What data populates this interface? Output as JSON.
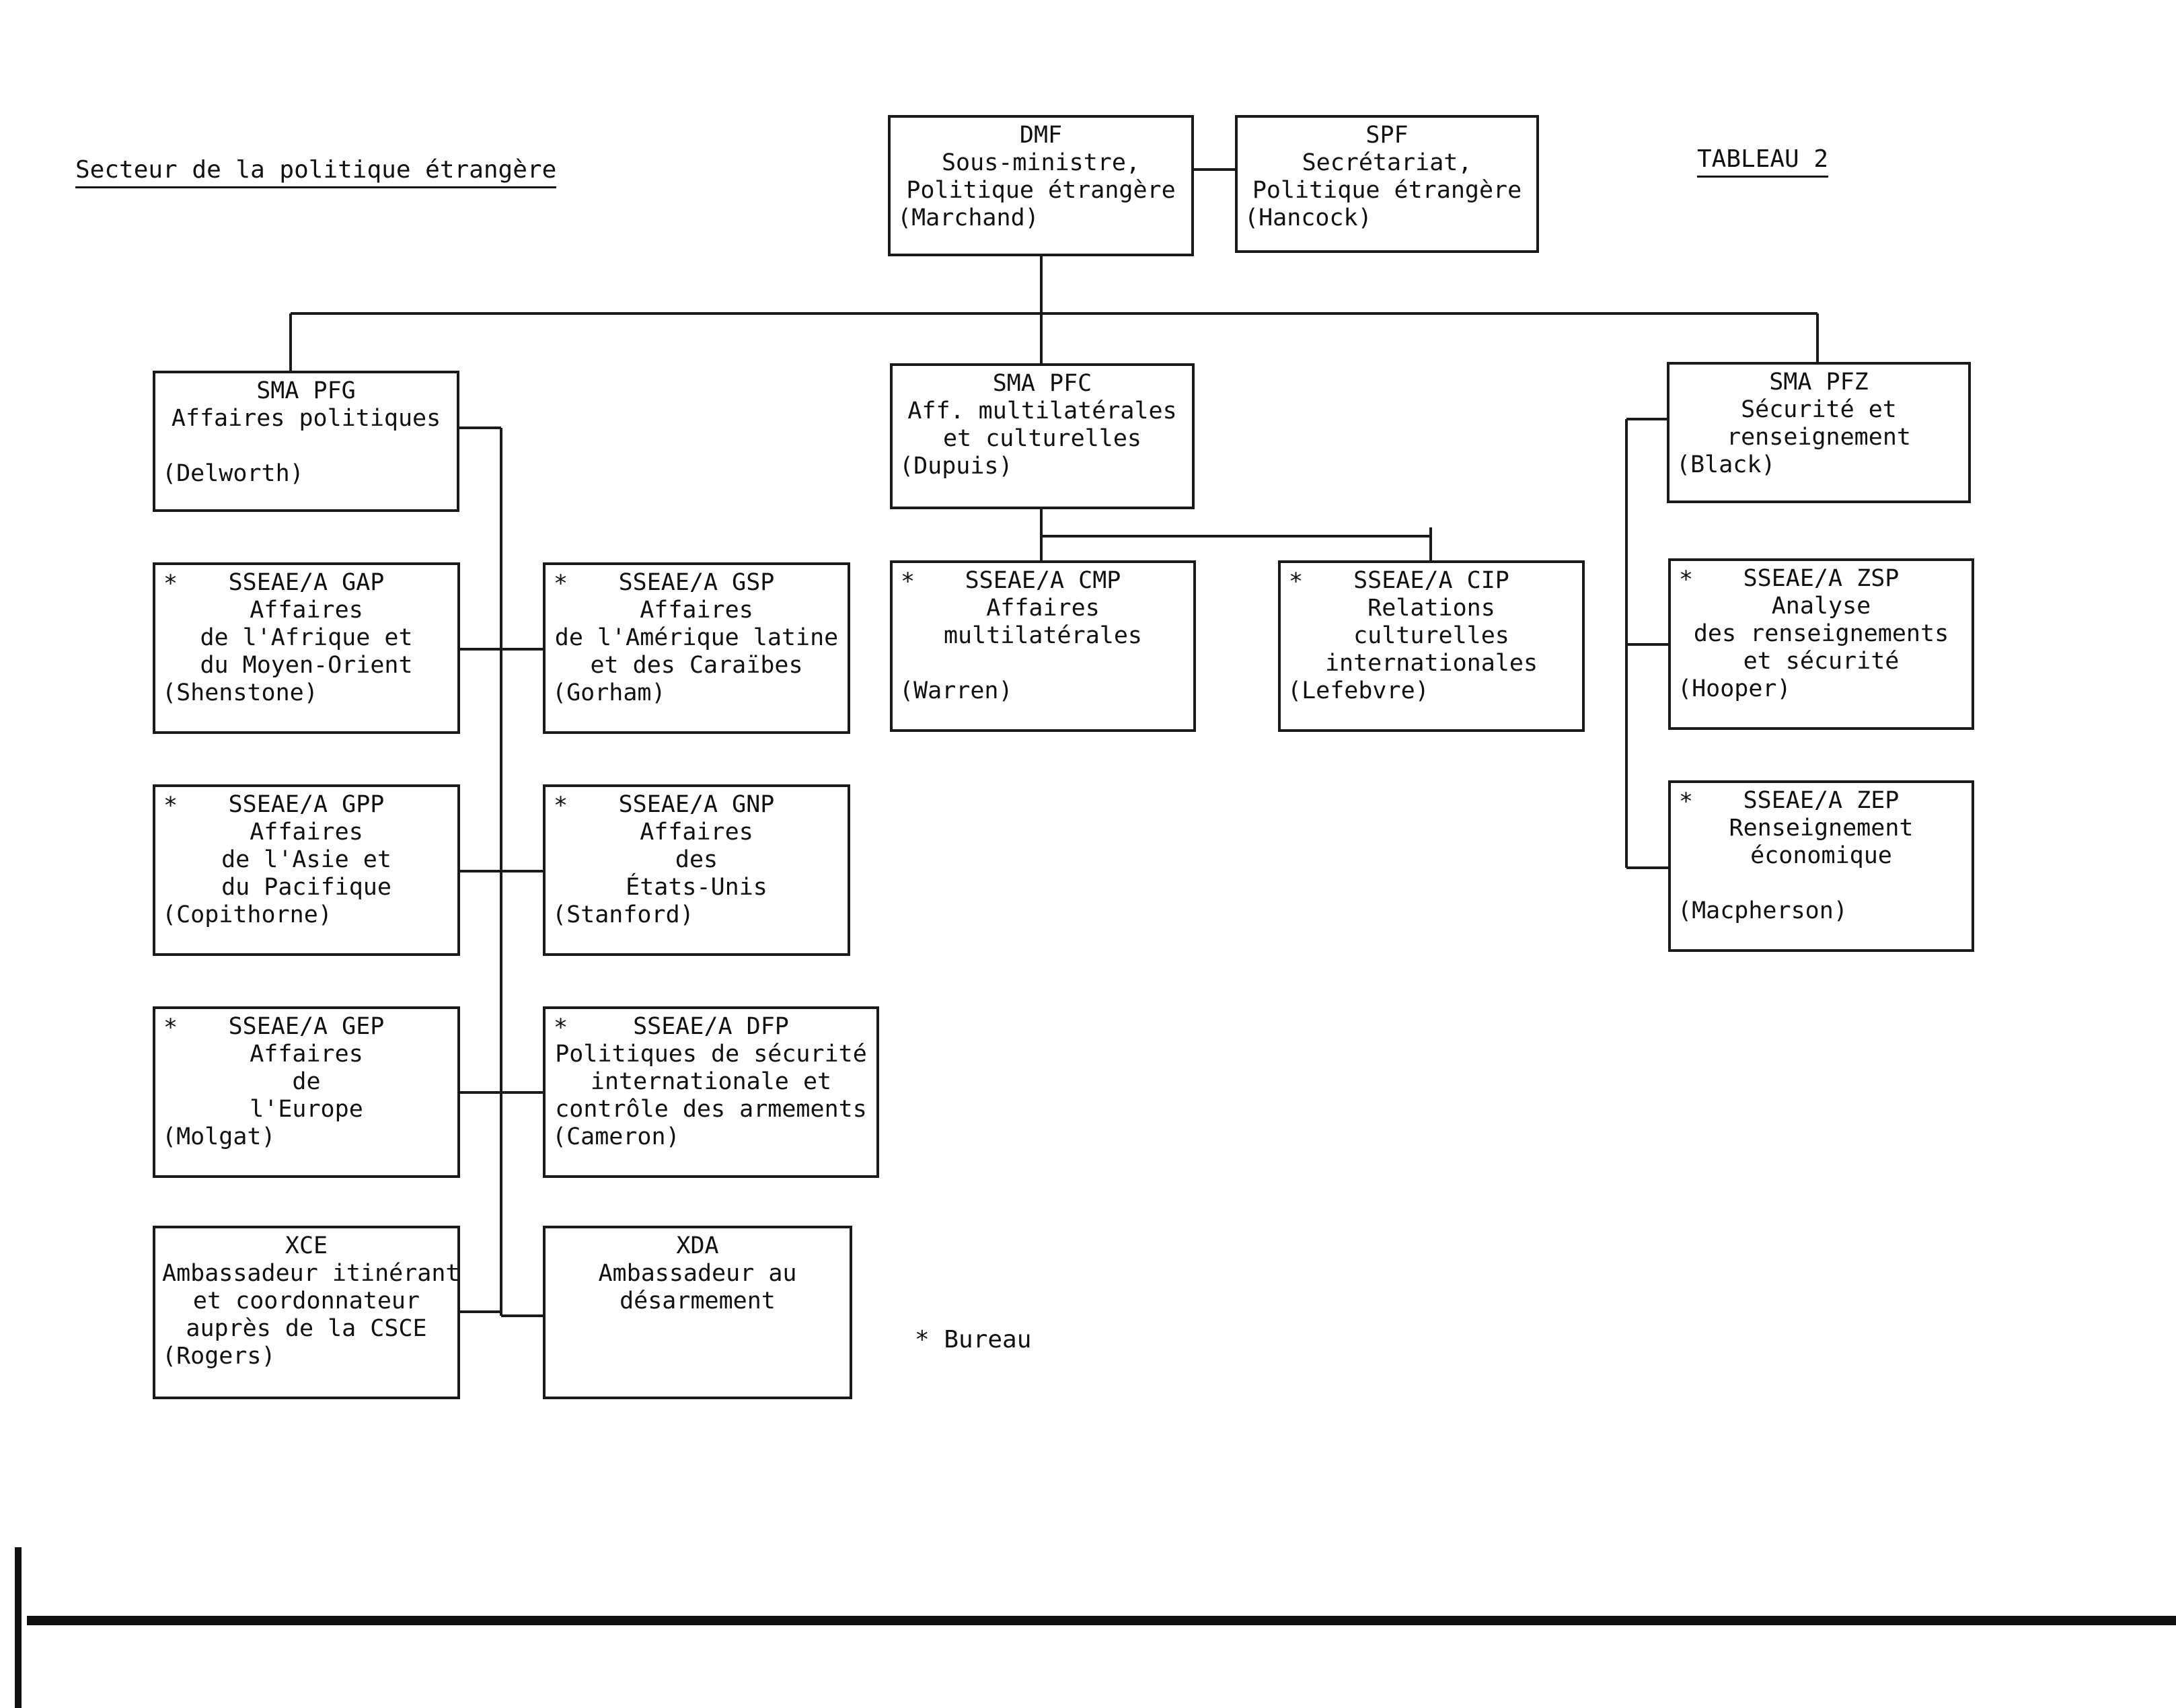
{
  "header": {
    "title": "Secteur de la politique étrangère",
    "table_label": "TABLEAU 2",
    "legend": "* Bureau"
  },
  "nodes": {
    "dmf": {
      "lines": [
        "DMF",
        "Sous-ministre,",
        "Politique étrangère",
        "(Marchand)"
      ]
    },
    "spf": {
      "lines": [
        "SPF",
        "Secrétariat,",
        "Politique étrangère",
        "(Hancock)"
      ]
    },
    "pfg": {
      "lines": [
        "SMA PFG",
        "Affaires politiques",
        "",
        "(Delworth)"
      ]
    },
    "pfc": {
      "lines": [
        "SMA PFC",
        "Aff. multilatérales",
        "et culturelles",
        "(Dupuis)"
      ]
    },
    "pfz": {
      "lines": [
        "SMA PFZ",
        "Sécurité et",
        "renseignement",
        "(Black)"
      ]
    },
    "gap": {
      "marker": "*",
      "lines": [
        "SSEAE/A GAP",
        "Affaires",
        "de l'Afrique et",
        "du Moyen-Orient",
        "(Shenstone)"
      ]
    },
    "gsp": {
      "marker": "*",
      "lines": [
        "SSEAE/A GSP",
        "Affaires",
        "de l'Amérique latine",
        "et des Caraïbes",
        "(Gorham)"
      ]
    },
    "cmp": {
      "marker": "*",
      "lines": [
        "SSEAE/A CMP",
        "Affaires",
        "multilatérales",
        "",
        "(Warren)"
      ]
    },
    "cip": {
      "marker": "*",
      "lines": [
        "SSEAE/A CIP",
        "Relations",
        "culturelles",
        "internationales",
        "(Lefebvre)"
      ]
    },
    "zsp": {
      "marker": "*",
      "lines": [
        "SSEAE/A ZSP",
        "Analyse",
        "des renseignements",
        "et sécurité",
        "(Hooper)"
      ]
    },
    "gpp": {
      "marker": "*",
      "lines": [
        "SSEAE/A GPP",
        "Affaires",
        "de l'Asie et",
        "du Pacifique",
        "(Copithorne)"
      ]
    },
    "gnp": {
      "marker": "*",
      "lines": [
        "SSEAE/A GNP",
        "Affaires",
        "des",
        "États-Unis",
        "(Stanford)"
      ]
    },
    "zep": {
      "marker": "*",
      "lines": [
        "SSEAE/A ZEP",
        "Renseignement",
        "économique",
        "",
        "(Macpherson)"
      ]
    },
    "gep": {
      "marker": "*",
      "lines": [
        "SSEAE/A GEP",
        "Affaires",
        "de",
        "l'Europe",
        "(Molgat)"
      ]
    },
    "dfp": {
      "marker": "*",
      "lines": [
        "SSEAE/A DFP",
        "Politiques de sécurité",
        "internationale et",
        "contrôle des armements",
        "(Cameron)"
      ]
    },
    "xce": {
      "lines": [
        "XCE",
        "Ambassadeur itinérant",
        "et coordonnateur",
        "auprès de la CSCE",
        "(Rogers)"
      ]
    },
    "xda": {
      "lines": [
        "XDA",
        "Ambassadeur au",
        "désarmement"
      ]
    }
  }
}
